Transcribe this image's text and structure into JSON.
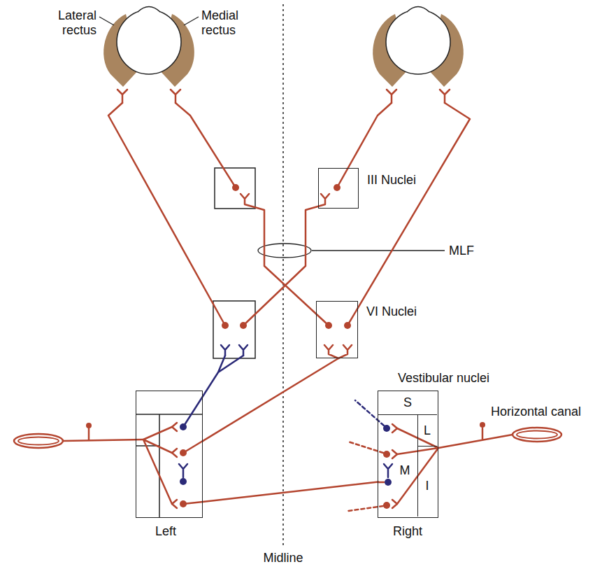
{
  "diagram": {
    "nodes": [
      {
        "text": [
          "III Nuclei"
        ]
      },
      {
        "text": [
          "VI Nuclei"
        ]
      },
      {
        "text": [
          "Left"
        ]
      },
      {
        "text": [
          "Vestibular nuclei",
          "Right"
        ]
      },
      {
        "text": [
          "S"
        ],
        "in": 3
      },
      {
        "text": [
          "L"
        ],
        "in": 3
      },
      {
        "text": [
          "M"
        ],
        "in": 3
      },
      {
        "text": [
          "I"
        ],
        "in": 3
      }
    ],
    "edges": [
      {
        "from": 2,
        "to": 1,
        "arrow": "none"
      },
      {
        "from": 2,
        "to": 6,
        "arrow": "none"
      }
    ],
    "labels": [
      "Lateral rectus",
      "Medial rectus",
      "MLF",
      "Horizontal canal",
      "Midline"
    ]
  }
}
